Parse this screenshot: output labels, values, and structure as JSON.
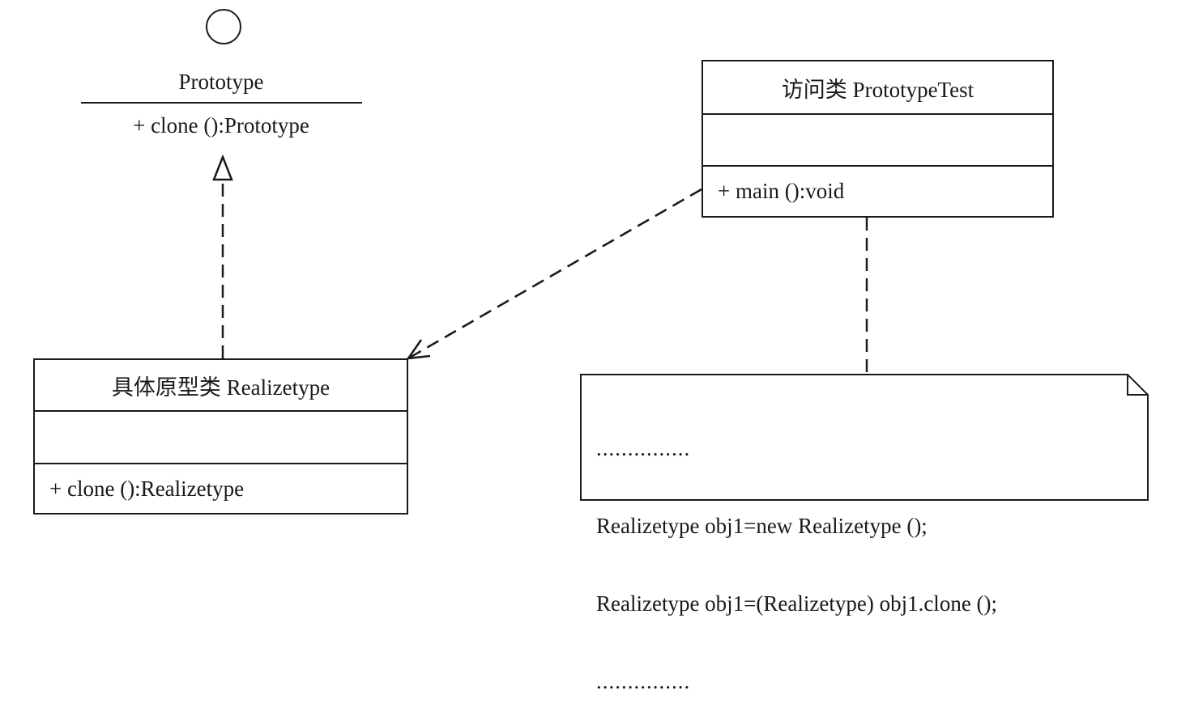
{
  "interface": {
    "name": "Prototype",
    "operation": "+ clone ():Prototype"
  },
  "test_class": {
    "name": "访问类  PrototypeTest",
    "attributes": "",
    "operation": "+ main ():void"
  },
  "realize_class": {
    "name": "具体原型类  Realizetype",
    "attributes": "",
    "operation": "+ clone ():Realizetype"
  },
  "note": {
    "line1": "...............",
    "line2": "Realizetype obj1=new Realizetype ();",
    "line3": "Realizetype obj1=(Realizetype) obj1.clone ();",
    "line4": "..............."
  }
}
